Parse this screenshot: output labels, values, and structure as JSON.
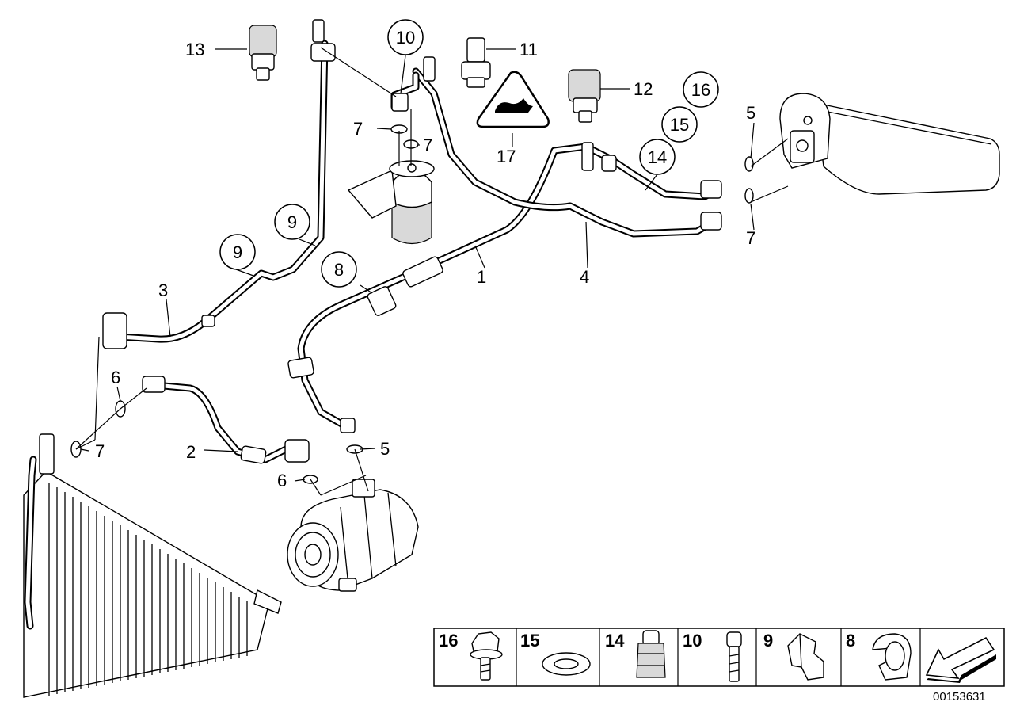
{
  "diagram": {
    "catalog_number": "00153631",
    "callouts": [
      {
        "id": "c1",
        "label": "1"
      },
      {
        "id": "c2",
        "label": "2"
      },
      {
        "id": "c3",
        "label": "3"
      },
      {
        "id": "c4",
        "label": "4"
      },
      {
        "id": "c5a",
        "label": "5"
      },
      {
        "id": "c5b",
        "label": "5"
      },
      {
        "id": "c6a",
        "label": "6"
      },
      {
        "id": "c6b",
        "label": "6"
      },
      {
        "id": "c7a",
        "label": "7"
      },
      {
        "id": "c7b",
        "label": "7"
      },
      {
        "id": "c7c",
        "label": "7"
      },
      {
        "id": "c7d",
        "label": "7"
      },
      {
        "id": "c11",
        "label": "11"
      },
      {
        "id": "c12",
        "label": "12"
      },
      {
        "id": "c13",
        "label": "13"
      },
      {
        "id": "c17",
        "label": "17"
      }
    ],
    "circled_callouts": [
      {
        "id": "cc8",
        "label": "8"
      },
      {
        "id": "cc9a",
        "label": "9"
      },
      {
        "id": "cc9b",
        "label": "9"
      },
      {
        "id": "cc10",
        "label": "10"
      },
      {
        "id": "cc14",
        "label": "14"
      },
      {
        "id": "cc15",
        "label": "15"
      },
      {
        "id": "cc16",
        "label": "16"
      }
    ],
    "legend": [
      {
        "label": "16",
        "part": "flange-bolt"
      },
      {
        "label": "15",
        "part": "washer"
      },
      {
        "label": "14",
        "part": "valve-cap"
      },
      {
        "label": "10",
        "part": "screw"
      },
      {
        "label": "9",
        "part": "clip"
      },
      {
        "label": "8",
        "part": "bracket-clamp"
      },
      {
        "label": "",
        "part": "arrow"
      }
    ]
  }
}
